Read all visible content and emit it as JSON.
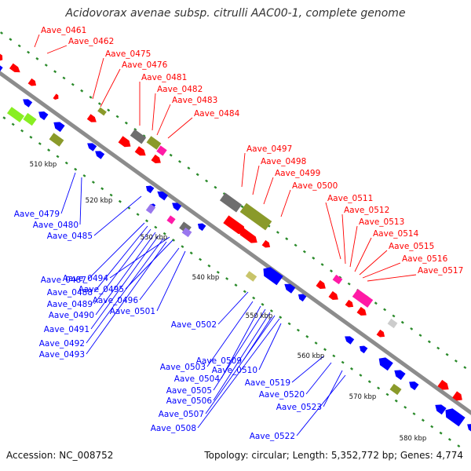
{
  "title": "Acidovorax avenae subsp. citrulli AAC00-1, complete genome",
  "footer": {
    "accession": "Accession: NC_008752",
    "topology": "Topology: circular; Length: 5,352,772 bp; Genes: 4,774"
  },
  "colors": {
    "forward_strand": "#ff0000",
    "reverse_strand": "#0000ff",
    "backbone": "#8c8c8c",
    "tick": "#2a8a2a",
    "cog_olive": "#8a9a2a",
    "cog_lime": "#88ee22",
    "cog_magenta": "#ff1aa6",
    "cog_gray": "#6e6e6e",
    "cog_purple": "#9977ee",
    "cog_light_gray": "#cccccc",
    "cog_khaki": "#c8c46a"
  },
  "scale_labels": [
    "510 kbp",
    "520 kbp",
    "530 kbp",
    "540 kbp",
    "550 kbp",
    "560 kbp",
    "570 kbp",
    "580 kbp"
  ],
  "gene_labels_red": [
    "Aave_0461",
    "Aave_0462",
    "Aave_0475",
    "Aave_0476",
    "Aave_0481",
    "Aave_0482",
    "Aave_0483",
    "Aave_0484",
    "Aave_0497",
    "Aave_0498",
    "Aave_0499",
    "Aave_0500",
    "Aave_0511",
    "Aave_0512",
    "Aave_0513",
    "Aave_0514",
    "Aave_0515",
    "Aave_0516",
    "Aave_0517"
  ],
  "gene_labels_blue": [
    "Aave_0479",
    "Aave_0480",
    "Aave_0485",
    "Aave_0487",
    "Aave_0488",
    "Aave_0489",
    "Aave_0490",
    "Aave_0491",
    "Aave_0492",
    "Aave_0493",
    "Aave_0494",
    "Aave_0495",
    "Aave_0496",
    "Aave_0501",
    "Aave_0502",
    "Aave_0503",
    "Aave_0504",
    "Aave_0505",
    "Aave_0506",
    "Aave_0507",
    "Aave_0508",
    "Aave_0509",
    "Aave_0510",
    "Aave_0519",
    "Aave_0520",
    "Aave_0523",
    "Aave_0522"
  ]
}
